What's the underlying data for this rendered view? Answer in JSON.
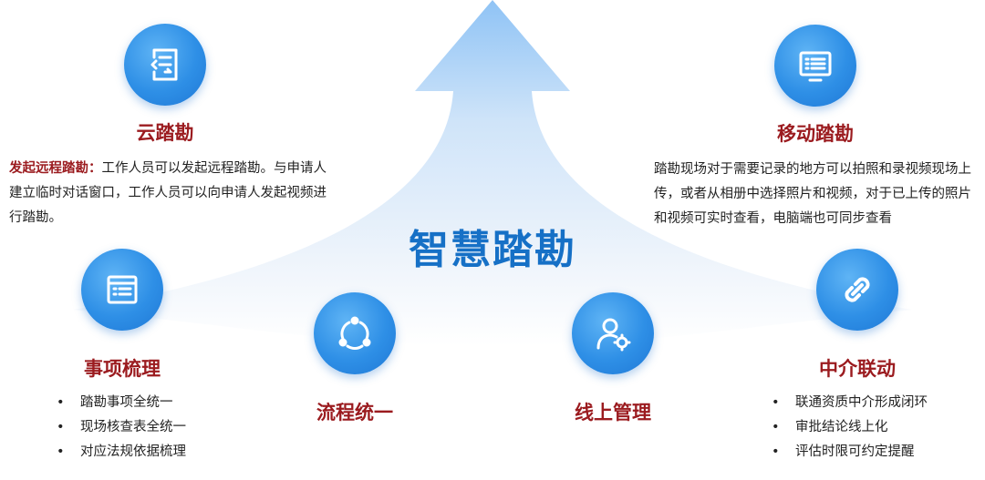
{
  "center_title": "智慧踏勘",
  "colors": {
    "title_red": "#9b1b1f",
    "center_blue": "#1670c6",
    "circle_blue": "#2e8fe6"
  },
  "nodes": {
    "cloud": {
      "title": "云踏勘",
      "icon": "document-sync-icon",
      "desc_label": "发起远程踏勘：",
      "desc_text": "工作人员可以发起远程踏勘。与申请人建立临时对话窗口，工作人员可以向申请人发起视频进行踏勘。"
    },
    "mobile": {
      "title": "移动踏勘",
      "icon": "monitor-list-icon",
      "desc_text": "踏勘现场对于需要记录的地方可以拍照和录视频现场上传，或者从相册中选择照片和视频，对于已上传的照片和视频可实时查看，电脑端也可同步查看"
    },
    "items": {
      "title": "事项梳理",
      "icon": "list-window-icon",
      "bullets": [
        "踏勘事项全统一",
        "现场核查表全统一",
        "对应法规依据梳理"
      ]
    },
    "process": {
      "title": "流程统一",
      "icon": "cycle-icon"
    },
    "online": {
      "title": "线上管理",
      "icon": "user-gear-icon"
    },
    "agency": {
      "title": "中介联动",
      "icon": "link-icon",
      "bullets": [
        "联通资质中介形成闭环",
        "审批结论线上化",
        "评估时限可约定提醒"
      ]
    }
  }
}
